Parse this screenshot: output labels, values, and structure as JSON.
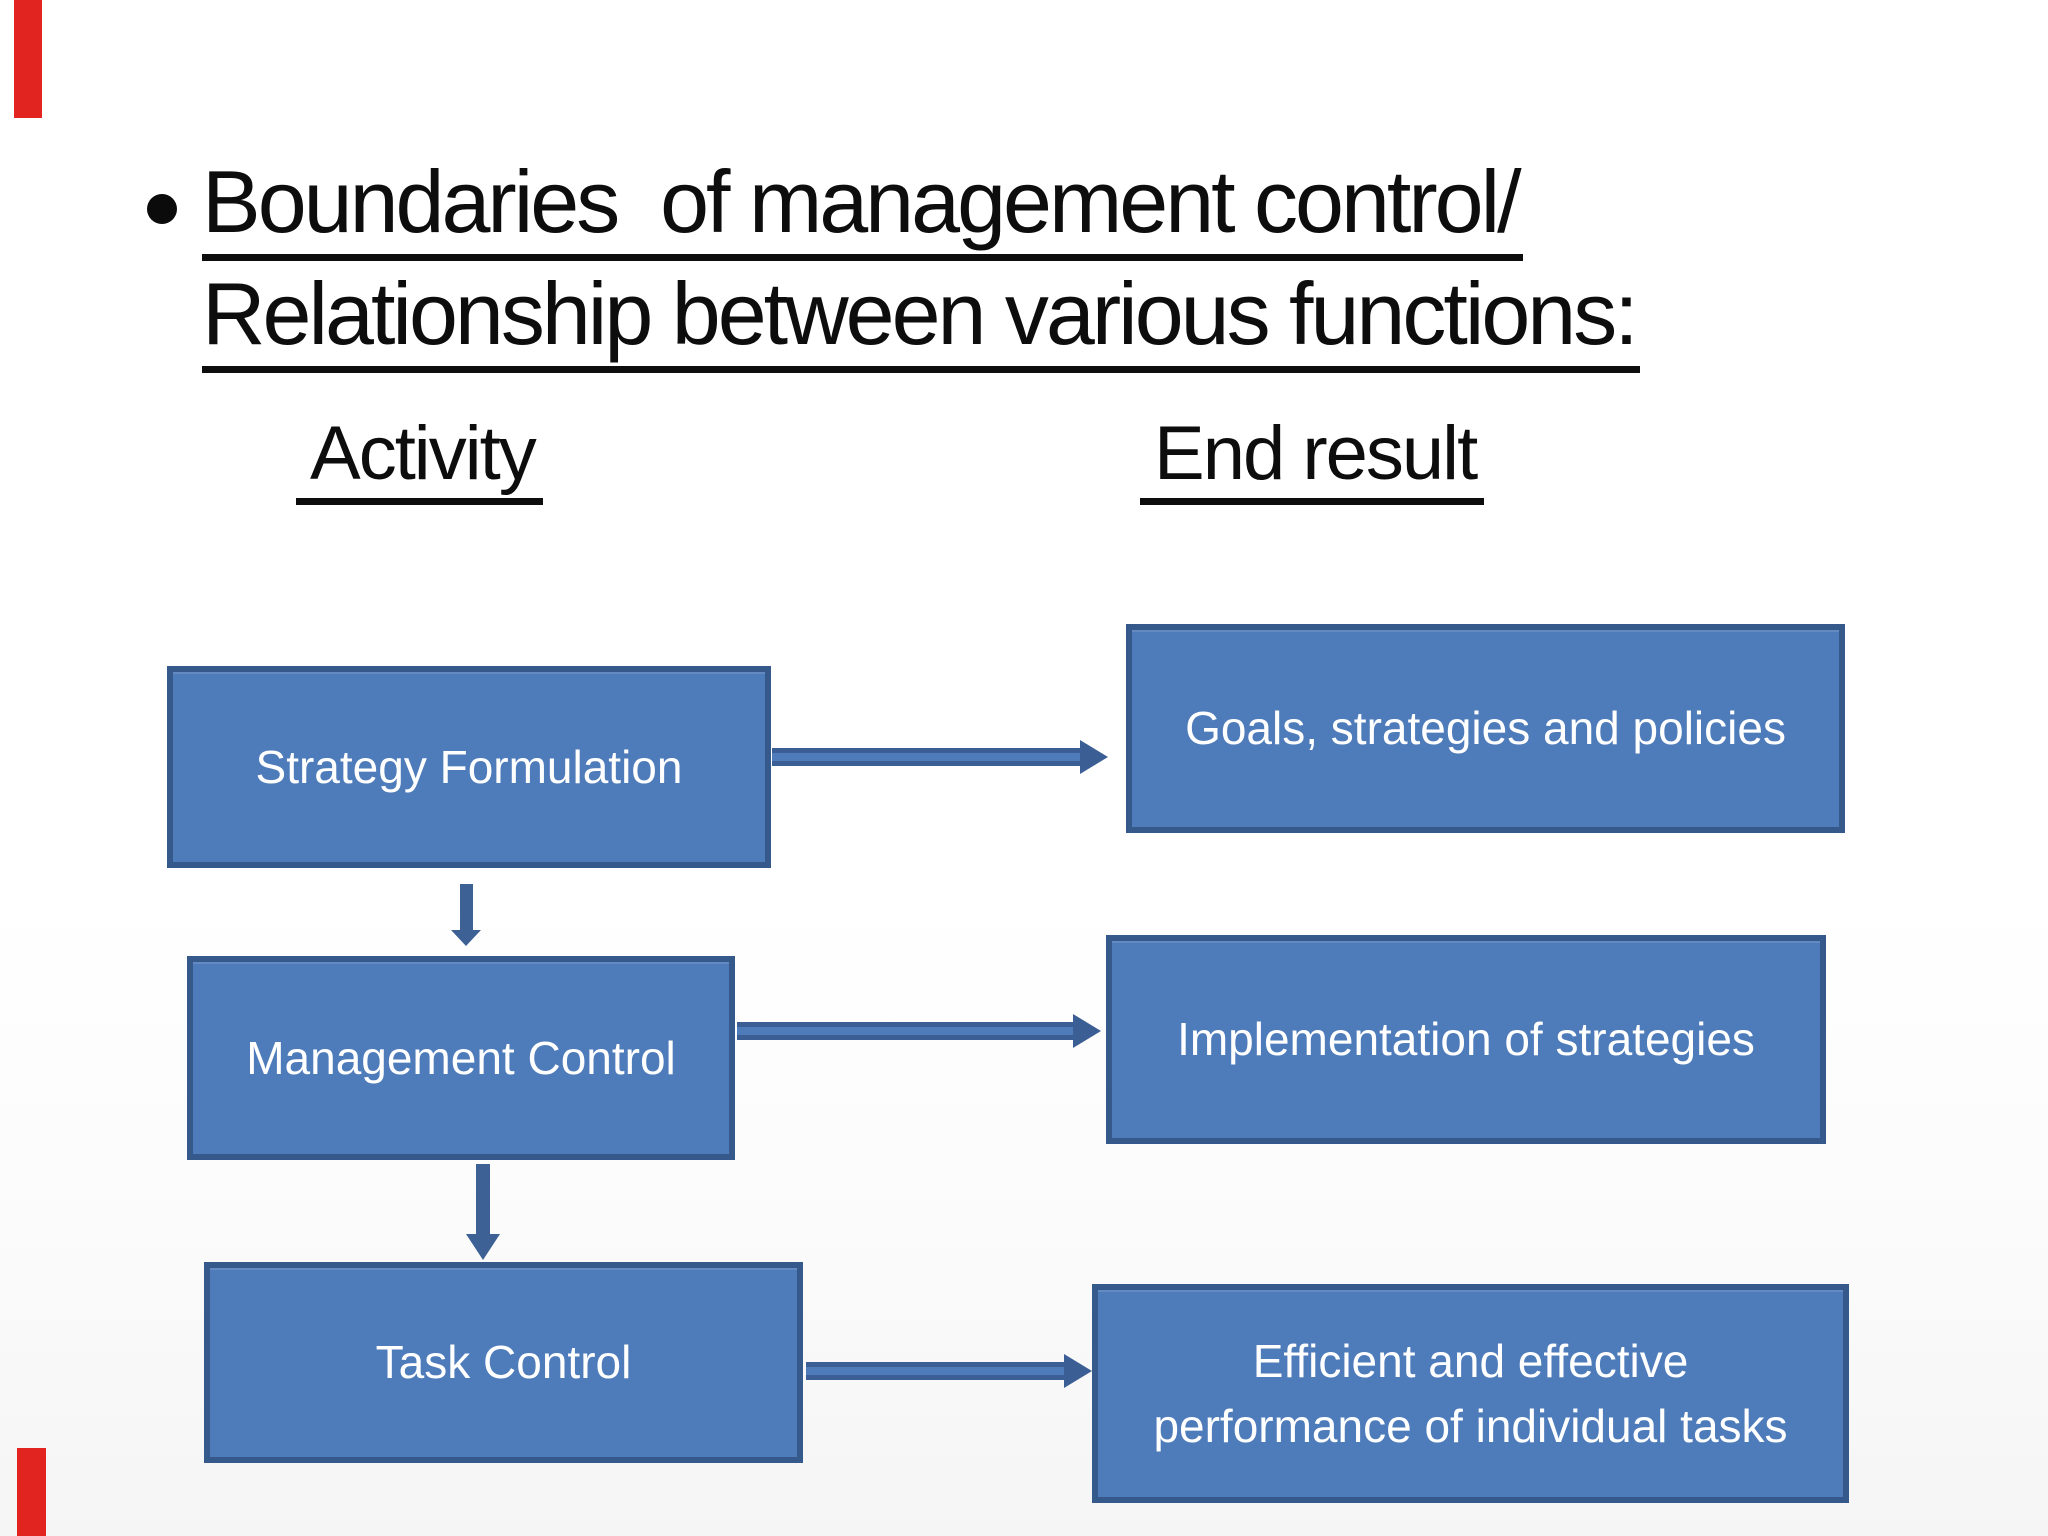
{
  "slide": {
    "title_line1": "Boundaries  of management control/",
    "title_line2": "Relationship between various functions:",
    "column_headers": {
      "activity": "Activity",
      "end_result": "End result"
    }
  },
  "diagram": {
    "rows": [
      {
        "activity": "Strategy Formulation",
        "end_result": "Goals, strategies and policies"
      },
      {
        "activity": "Management Control",
        "end_result": "Implementation of strategies"
      },
      {
        "activity": "Task Control",
        "end_result": "Efficient and effective performance of individual tasks"
      }
    ]
  },
  "colors": {
    "box_fill": "#4e7bba",
    "box_border": "#36598c",
    "arrow": "#3b5e94",
    "title_text": "#0d0d0d",
    "box_text": "#ffffff",
    "red_mark": "#e22420"
  }
}
